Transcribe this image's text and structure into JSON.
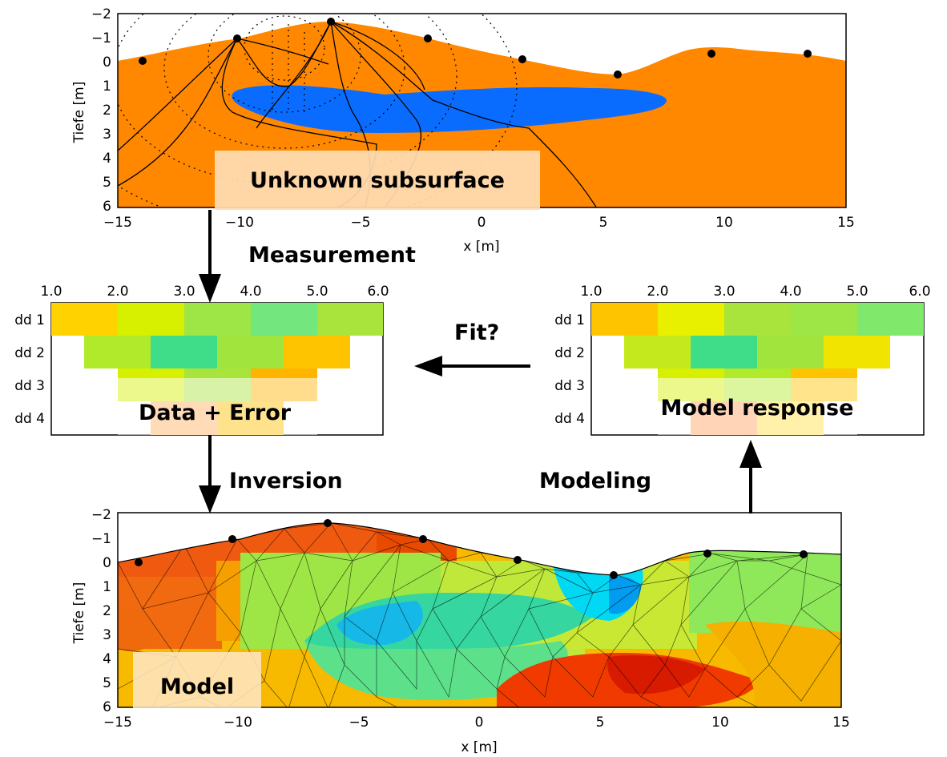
{
  "top_panel": {
    "caption": "Unknown subsurface",
    "ylabel": "Tiefe [m]",
    "xlabel": "x [m]",
    "xticks": [
      "−15",
      "−10",
      "−5",
      "0",
      "5",
      "10",
      "15"
    ],
    "yticks": [
      "−2",
      "−1",
      "0",
      "1",
      "2",
      "3",
      "4",
      "5",
      "6"
    ]
  },
  "data_panel": {
    "caption": "Data + Error",
    "xticks": [
      "1.0",
      "2.0",
      "3.0",
      "4.0",
      "5.0",
      "6.0"
    ],
    "rows": [
      "dd 1",
      "dd 2",
      "dd 3",
      "dd 4"
    ]
  },
  "response_panel": {
    "caption": "Model response",
    "xticks": [
      "1.0",
      "2.0",
      "3.0",
      "4.0",
      "5.0",
      "6.0"
    ],
    "rows": [
      "dd 1",
      "dd 2",
      "dd 3",
      "dd 4"
    ]
  },
  "bottom_panel": {
    "caption": "Model",
    "ylabel": "Tiefe [m]",
    "xlabel": "x [m]",
    "xticks": [
      "−15",
      "−10",
      "−5",
      "0",
      "5",
      "10",
      "15"
    ],
    "yticks": [
      "−2",
      "−1",
      "0",
      "1",
      "2",
      "3",
      "4",
      "5",
      "6"
    ]
  },
  "flow_labels": {
    "measurement": "Measurement",
    "fit": "Fit?",
    "inversion": "Inversion",
    "modeling": "Modeling"
  },
  "colors": {
    "ground": "#ff8800",
    "anomaly": "#0a6cff",
    "caption_box": "#ffdcb4"
  }
}
